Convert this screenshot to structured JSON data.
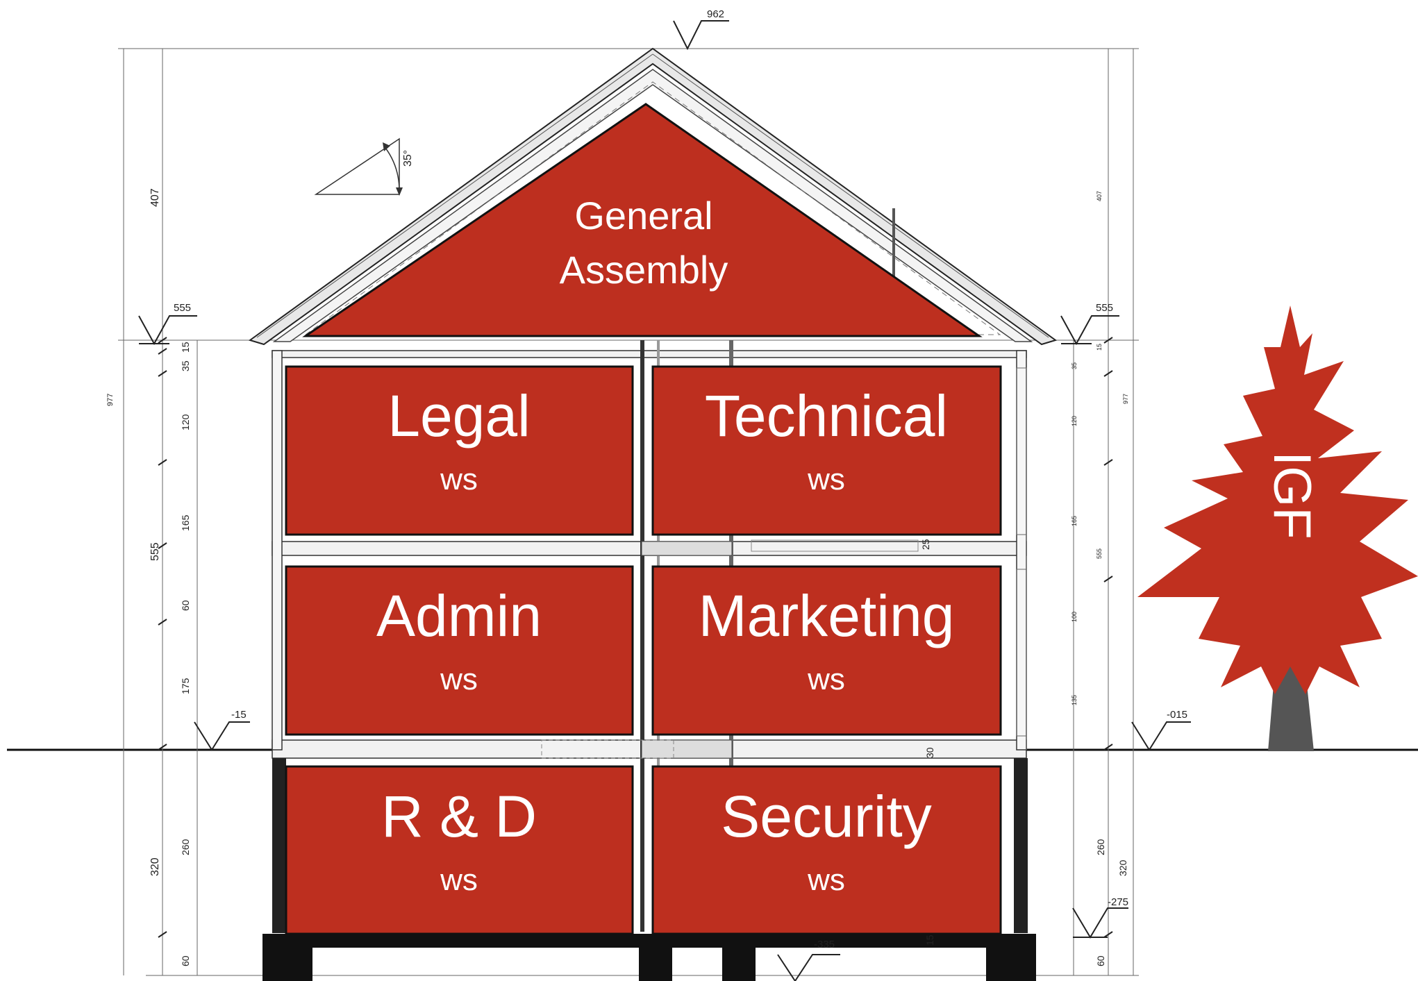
{
  "colors": {
    "room_fill": "#bd2f1f",
    "room_stroke": "#111111",
    "tree_fill": "#c0301f",
    "tree_trunk": "#555555",
    "line": "#222222",
    "hatch": "#888888"
  },
  "roof_room": {
    "title_line1": "General",
    "title_line2": "Assembly"
  },
  "rooms": [
    {
      "title": "Legal",
      "subtitle": "ws"
    },
    {
      "title": "Technical",
      "subtitle": "ws"
    },
    {
      "title": "Admin",
      "subtitle": "ws"
    },
    {
      "title": "Marketing",
      "subtitle": "ws"
    },
    {
      "title": "R & D",
      "subtitle": "ws"
    },
    {
      "title": "Security",
      "subtitle": "ws"
    }
  ],
  "tree": {
    "label": "IGF",
    "icon": "fir-tree-icon"
  },
  "elevations": {
    "ridge": "962",
    "eave_left": "555",
    "eave_right": "555",
    "ground_left": "-15",
    "ground_right": "-015",
    "basement": "-275",
    "foundation": "-335"
  },
  "roof_angle": "35°",
  "dimensions_left": {
    "total": "977",
    "roof": "407",
    "upper": "555",
    "basement_total": "320",
    "d15": "15",
    "d35": "35",
    "d120": "120",
    "d165": "165",
    "d60": "60",
    "d175": "175",
    "d260": "260",
    "d60b": "60"
  },
  "dimensions_right": {
    "total": "977",
    "roof": "407",
    "upper": "555",
    "basement_total": "320",
    "d15": "15",
    "d35": "35",
    "d120": "120",
    "d165": "165",
    "d100": "100",
    "d135": "135",
    "d260": "260",
    "d60": "60"
  },
  "slab_labels": {
    "upper_slab": "25",
    "ground_slab": "30",
    "foundation_slab": "15"
  }
}
